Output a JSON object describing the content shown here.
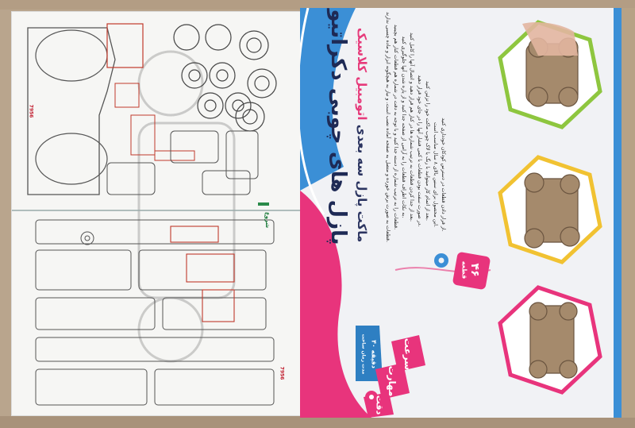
{
  "product": {
    "title": "پازل های چوبی دکراتیو",
    "subtitle_prefix": "ماکت پازل سه بعدی",
    "subtitle_accent": "اتومبیل کلاسیک",
    "pieces_count": "۴۶",
    "pieces_label": "قطعه",
    "build_time_label": "مدت زمان ساخت",
    "build_time_value": "۴۰ دقیقه",
    "skills": [
      "سرعت",
      "مهارت",
      "دقت"
    ],
    "sheet_labels": [
      "شروع"
    ],
    "model_code": "7956",
    "description_lines": [
      "قطعات به صورت برش خورده و متصل به صفحه آماده نصب است. و نیاز به هیچگونه ابزار و ماده چسبی ندارند.",
      "قطعات را به ترتیب شماره از دسته جدا کنید و با توجه به دقت در شماره هم قطعات کنار هم بچینید.",
      "به نکات اطراف قطعات را به آرامی از صفحه جدا کنید و از پاره شدن آنها جلوگیری کنید.",
      "بعد از جدا کردن قطعات به ترتیب شماره ها در کنار هم قرار دهید و اتصال آنها را کامل کنید.",
      "در صورت سفت بودن قطعات با کمی فشار آنها را در جای خود قرار دهید.",
      "بعد از اتمام کار میتوانید با رنگ یا لاک چوب ماکت خود را تزئین کنید.",
      "این محصول برای سنین بالای ۸ سال مناسب است.",
      "از قرار دادن قطعات در دسترس کودکان خودداری کنید."
    ]
  },
  "colors": {
    "box_bg": "#f2f3f6",
    "sheet_bg": "#f7f7f5",
    "pink": "#e8347c",
    "blue": "#3b8fd6",
    "navy": "#1e2a55",
    "cardboard": "#b9a58d",
    "circle_green": "#8ec63f",
    "circle_yellow": "#f1c232",
    "circle_pink": "#e8347c"
  },
  "icons": [
    "gear-icon",
    "clock-icon",
    "badge-icon"
  ]
}
